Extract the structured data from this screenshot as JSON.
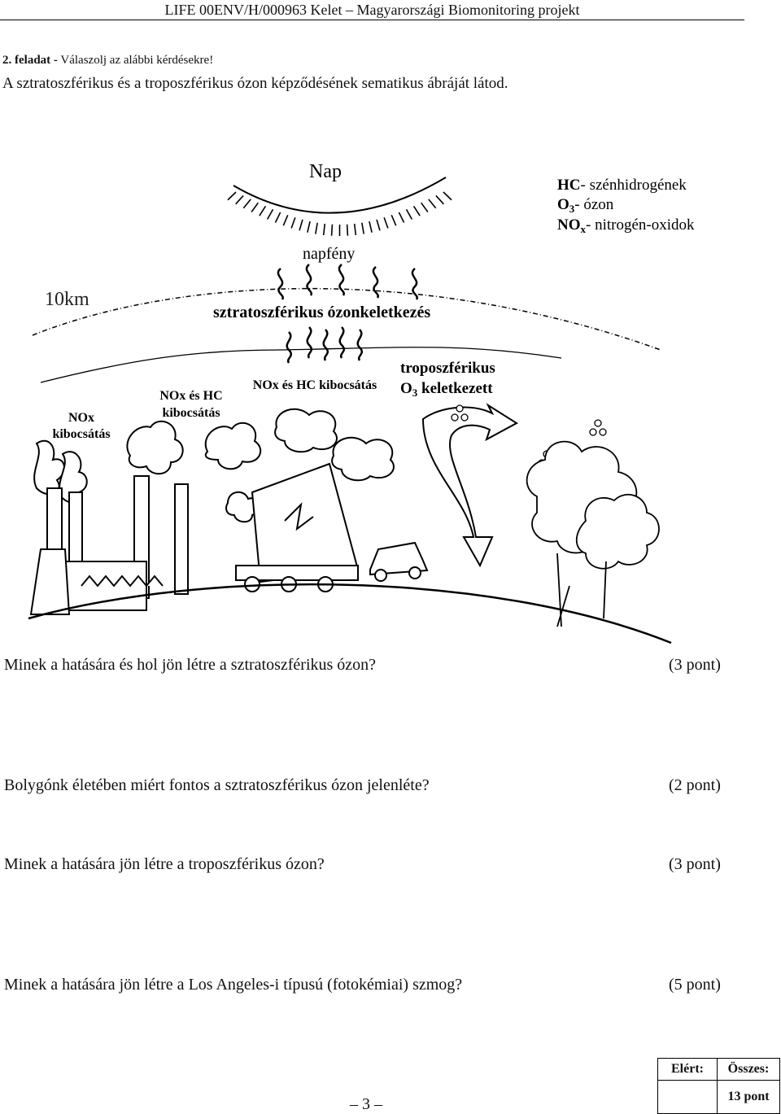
{
  "header": {
    "title": "LIFE 00ENV/H/000963 Kelet – Magyarországi Biomonitoring projekt"
  },
  "task": {
    "label": "2. feladat -",
    "instruction": " Válaszolj az alábbi kérdésekre!"
  },
  "intro": "A sztratoszférikus és a troposzférikus ózon képződésének sematikus ábráját látod.",
  "figure": {
    "sun_label": "Nap",
    "sunlight_label": "napfény",
    "altitude_label": "10km",
    "strat_label": "sztratoszférikus ózonkeletkezés",
    "legend": [
      {
        "abbr": "HC",
        "sub": "",
        "text": "- szénhidrogének"
      },
      {
        "abbr": "O",
        "sub": "3",
        "text": "- ózon"
      },
      {
        "abbr": "NO",
        "sub": "x",
        "text": "- nitrogén-oxidok"
      }
    ],
    "emission_1": [
      "NOx",
      "kibocsátás"
    ],
    "emission_2": [
      "NOx és HC",
      "kibocsátás"
    ],
    "emission_3": "NOx és HC kibocsátás",
    "tropo_1": "troposzférikus",
    "tropo_2_a": "O",
    "tropo_2_sub": "3",
    "tropo_2_b": " keletkezett"
  },
  "questions": [
    {
      "text": "Minek a hatására és hol jön létre a sztratoszférikus ózon?",
      "points": "(3 pont)"
    },
    {
      "text": "Bolygónk életében miért fontos a sztratoszférikus ózon jelenléte?",
      "points": "(2 pont)"
    },
    {
      "text": "Minek a hatására jön létre a troposzférikus ózon?",
      "points": "(3 pont)"
    },
    {
      "text": "Minek a hatására jön létre a Los Angeles-i típusú (fotokémiai) szmog?",
      "points": "(5 pont)"
    }
  ],
  "score_table": {
    "achieved_label": "Elért:",
    "total_label": "Összes:",
    "achieved_value": "",
    "total_value": "13 pont"
  },
  "page_number": "– 3 –"
}
